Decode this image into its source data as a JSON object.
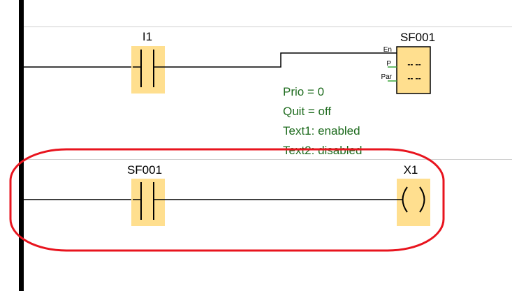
{
  "rungs": [
    {
      "contact": {
        "label": "I1"
      },
      "block": {
        "label": "SF001",
        "inputs": [
          "En",
          "P",
          "Par"
        ],
        "display": [
          "-- --",
          "-- --"
        ],
        "params": [
          "Prio = 0",
          "Quit = off",
          "Text1: enabled",
          "Text2: disabled"
        ]
      }
    },
    {
      "contact": {
        "label": "SF001"
      },
      "coil": {
        "label": "X1",
        "symbol": "( )"
      }
    }
  ],
  "colors": {
    "element_fill": "#ffdf8f",
    "param_text": "#1e6b1e",
    "highlight": "#e8141e",
    "pin_stub": "#3aa53a"
  }
}
